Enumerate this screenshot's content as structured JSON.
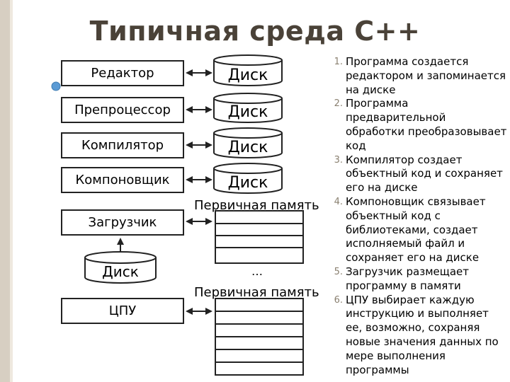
{
  "title": "Типичная среда С++",
  "left_boxes": [
    "Редактор",
    "Препроцессор",
    "Компилятор",
    "Компоновщик",
    "Загрузчик"
  ],
  "disk_label": "Диск",
  "cpu_label": "ЦПУ",
  "memory_label": "Первичная память",
  "memory_ellipsis": "…",
  "steps": [
    "Программа создается редактором и запоминается на диске",
    "Программа предварительной обработки преобразовывает код",
    "Компилятор создает объектный код и сохраняет его на диске",
    "Компоновщик связывает объектный код с библиотеками, создает исполняемый файл и сохраняет его на диске",
    "Загрузчик размещает программу в памяти",
    "ЦПУ выбирает каждую инструкцию и выполняет ее, возможно, сохраняя новые значения данных по мере выполнения программы"
  ],
  "step_numbers": [
    "1.",
    "2.",
    "3.",
    "4.",
    "5.",
    "6."
  ],
  "colors": {
    "title": "#4a4238",
    "accent_bar": "#d7cfc2",
    "bullet": "#5b9bd5"
  }
}
